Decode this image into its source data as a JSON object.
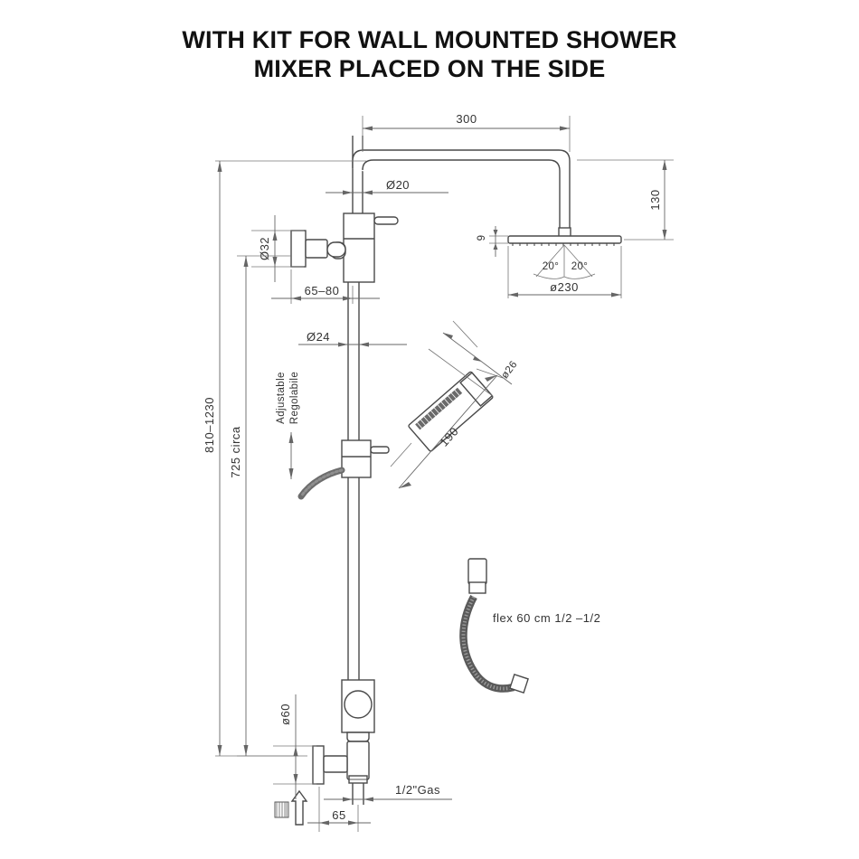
{
  "title": {
    "line1": "WITH KIT FOR WALL MOUNTED SHOWER",
    "line2": "MIXER PLACED ON THE SIDE"
  },
  "dimensions": {
    "arm_reach": "300",
    "arm_drop": "130",
    "riser_pipe_dia": "Ø20",
    "handle_dia": "Ø32",
    "wall_offset": "65–80",
    "slide_bar_dia": "Ø24",
    "head_thickness": "9",
    "head_dia": "ø230",
    "head_angle_left": "20°",
    "head_angle_right": "20°",
    "hand_shower_length": "190",
    "hand_shower_dia": "ø26",
    "total_height_range": "810–1230",
    "bar_height": "725 circa",
    "base_flange_dia": "ø60",
    "inlet_thread": "1/2\"Gas",
    "inlet_offset": "65",
    "flex_hose": "flex 60 cm 1/2 –1/2"
  },
  "labels": {
    "adjustable_en": "Adjustable",
    "adjustable_it": "Regolabile"
  },
  "colors": {
    "line": "#555555",
    "text": "#333333",
    "title": "#111111",
    "background": "#ffffff"
  }
}
